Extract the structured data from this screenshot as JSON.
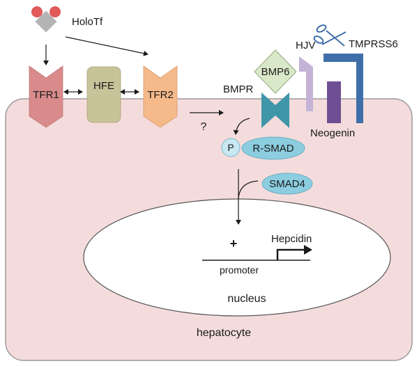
{
  "labels": {
    "holotf": "HoloTf",
    "tfr1": "TFR1",
    "hfe": "HFE",
    "tfr2": "TFR2",
    "bmpr": "BMPR",
    "bmp6": "BMP6",
    "hjv": "HJV",
    "tmprss6": "TMPRSS6",
    "neogenin": "Neogenin",
    "question": "?",
    "phospho": "P",
    "rsmad": "R-SMAD",
    "smad4": "SMAD4",
    "plus": "+",
    "hepcidin": "Hepcidin",
    "promoter": "promoter",
    "nucleus": "nucleus",
    "hepatocyte": "hepatocyte"
  },
  "colors": {
    "cell_fill": "#f5dcdc",
    "cell_stroke": "#9a9a9a",
    "nucleus_fill": "#ffffff",
    "iron_red": "#e05a5a",
    "transferrin_grey": "#b4b4b4",
    "tfr1": "#d98a8a",
    "hfe": "#c9c39a",
    "tfr2": "#f5b98a",
    "bmpr_teal": "#3f96a8",
    "bmp6_green": "#d9e8c8",
    "hjv_lavender": "#c4b3d6",
    "neogenin_purple": "#6e4f94",
    "tmprss6_blue": "#3f6fa8",
    "smad_blue": "#8ccde0"
  },
  "icons": [
    "holotransferrin-icon",
    "scissors-icon",
    "arrow-icon",
    "double-arrow-icon"
  ]
}
